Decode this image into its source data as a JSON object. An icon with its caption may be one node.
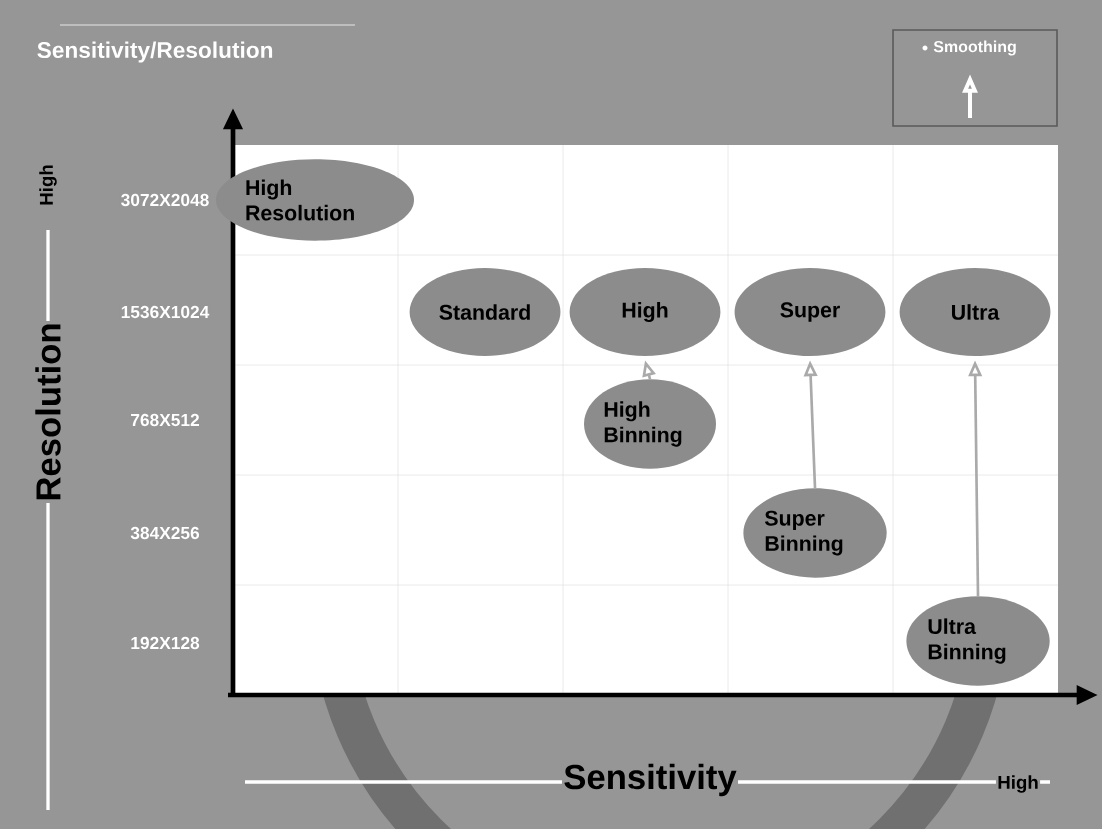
{
  "diagram": {
    "title": "Sensitivity/Resolution",
    "nodes": [
      {
        "text": [
          "High Resolution"
        ]
      },
      {
        "text": [
          "Standard"
        ]
      },
      {
        "text": [
          "High"
        ]
      },
      {
        "text": [
          "Super"
        ]
      },
      {
        "text": [
          "Ultra"
        ]
      },
      {
        "text": [
          "High Binning"
        ]
      },
      {
        "text": [
          "Super Binning"
        ]
      },
      {
        "text": [
          "Ultra Binning"
        ]
      }
    ],
    "edges": [
      {
        "from": 5,
        "to": 2,
        "arrow": "to"
      },
      {
        "from": 6,
        "to": 3,
        "arrow": "to"
      },
      {
        "from": 7,
        "to": 4,
        "arrow": "to"
      }
    ],
    "labels": [
      "High",
      "Resolution",
      "3072X2048",
      "1536X1024",
      "768X512",
      "384X256",
      "192X128",
      "Sensitivity",
      "High"
    ],
    "legend": [
      {
        "text": "Smoothing"
      }
    ]
  }
}
